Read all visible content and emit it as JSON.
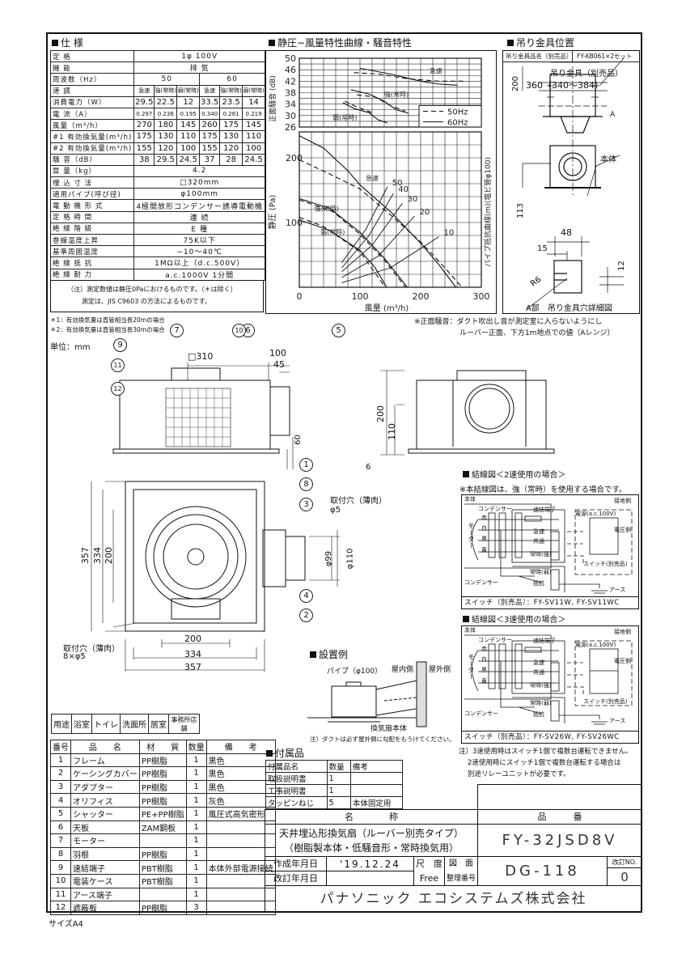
{
  "spec": {
    "title": "仕 様",
    "rows": [
      {
        "label": "定 格",
        "values": [
          "1φ 100V"
        ]
      },
      {
        "label": "機 能",
        "values": [
          "排 気"
        ]
      },
      {
        "label": "周波数（Hz）",
        "values": [
          "50",
          "60"
        ]
      },
      {
        "label": "速 調",
        "values": [
          "急速",
          "強(常時)",
          "弱(常時)",
          "急速",
          "強(常時)",
          "弱(常時)"
        ]
      },
      {
        "label": "消費電力（W）",
        "values": [
          "29.5",
          "22.5",
          "12",
          "33.5",
          "23.5",
          "14"
        ]
      },
      {
        "label": "電 流（A）",
        "values": [
          "0.297",
          "0.236",
          "0.195",
          "0.340",
          "0.261",
          "0.219"
        ]
      },
      {
        "label": "風量（m³/h）",
        "values": [
          "270",
          "180",
          "145",
          "260",
          "175",
          "145"
        ]
      },
      {
        "label": "#1 有効換気量(m³/h)",
        "values": [
          "175",
          "130",
          "110",
          "175",
          "130",
          "110"
        ]
      },
      {
        "label": "#2 有効換気量(m³/h)",
        "values": [
          "155",
          "120",
          "100",
          "155",
          "120",
          "100"
        ]
      },
      {
        "label": "騒 音（dB）",
        "values": [
          "38",
          "29.5",
          "24.5",
          "37",
          "28",
          "24.5"
        ]
      },
      {
        "label": "質 量（kg）",
        "values": [
          "4.2"
        ]
      },
      {
        "label": "埋 込 寸 法",
        "values": [
          "□320mm"
        ]
      },
      {
        "label": "適用パイプ(呼び径)",
        "values": [
          "φ100mm"
        ]
      },
      {
        "label": "電 動 機 形 式",
        "values": [
          "4極間放形コンデンサー誘導電動機"
        ]
      },
      {
        "label": "定 格 時 間",
        "values": [
          "連 続"
        ]
      },
      {
        "label": "絶 縁 階 級",
        "values": [
          "E 種"
        ]
      },
      {
        "label": "巻線温度上昇",
        "values": [
          "75K以下"
        ]
      },
      {
        "label": "基準周囲温度",
        "values": [
          "−10〜40℃"
        ]
      },
      {
        "label": "絶 縁 抵 抗",
        "values": [
          "1MΩ以上（d.c.500V）"
        ]
      },
      {
        "label": "絶 縁 耐 力",
        "values": [
          "a.c.1000V 1分間"
        ]
      }
    ],
    "note1": "（注）測定数値は静圧0Paにおけるものです。（＊は除く）",
    "note2": "測定は、JIS C9603 の方法によるものです。",
    "footnote1": "＊1：有効換気量は直管相当長20mの場合",
    "footnote2": "＊2：有効換気量は直管相当長30mの場合"
  },
  "chart_section_title": "静圧−風量特性曲線・騒音特性",
  "chart_data": [
    {
      "type": "line",
      "title": "騒音特性",
      "xlabel": "風量 (m³/h)",
      "ylabel": "正面騒音 (dB)",
      "xlim": [
        0,
        300
      ],
      "ylim": [
        26,
        50
      ],
      "yticks": [
        "50",
        "46",
        "42",
        "38",
        "34",
        "30",
        "26"
      ],
      "grid": true,
      "legend": {
        "placement": "bottom-right",
        "entries": [
          {
            "label": "50Hz",
            "style": "dashed"
          },
          {
            "label": "60Hz",
            "style": "solid"
          }
        ]
      },
      "series": [
        {
          "name": "急速",
          "freq": "60Hz",
          "points": [
            [
              100,
              46.5
            ],
            [
              150,
              44.5
            ],
            [
              200,
              42
            ],
            [
              230,
              41
            ],
            [
              260,
              40.6
            ]
          ]
        },
        {
          "name": "急速",
          "freq": "50Hz",
          "points": [
            [
              90,
              45
            ],
            [
              130,
              44.5
            ],
            [
              180,
              42.8
            ],
            [
              230,
              42
            ],
            [
              270,
              42
            ]
          ]
        },
        {
          "name": "強(常時)",
          "freq": "60Hz",
          "points": [
            [
              85,
              39
            ],
            [
              115,
              37.5
            ],
            [
              140,
              35
            ],
            [
              160,
              32
            ],
            [
              180,
              30.8
            ]
          ]
        },
        {
          "name": "強(常時)",
          "freq": "50Hz",
          "points": [
            [
              95,
              37.2
            ],
            [
              125,
              36.5
            ],
            [
              150,
              33.5
            ],
            [
              175,
              31.5
            ]
          ]
        },
        {
          "name": "弱(常時)",
          "freq": "60Hz",
          "points": [
            [
              72,
              34.5
            ],
            [
              90,
              32.5
            ],
            [
              115,
              31
            ],
            [
              130,
              28.5
            ],
            [
              145,
              27.5
            ]
          ]
        },
        {
          "name": "弱(常時)",
          "freq": "50Hz",
          "points": [
            [
              75,
              35
            ],
            [
              95,
              33
            ],
            [
              120,
              31
            ]
          ]
        }
      ],
      "curve_labels": [
        "急速",
        "強(常時)",
        "弱(常時)"
      ]
    },
    {
      "type": "line",
      "title": "静圧−風量特性曲線",
      "xlabel": "風量 (m³/h)",
      "ylabel": "静圧 (Pa)",
      "ylabel_right": "パイプ抵抗曲線(m)(塩ビ管φ100)",
      "xlim": [
        0,
        300
      ],
      "ylim": [
        0,
        240
      ],
      "xticks": [
        "0",
        "100",
        "200",
        "300"
      ],
      "yticks": [
        "200",
        "100"
      ],
      "grid": true,
      "series": [
        {
          "name": "急速",
          "freq": "60Hz",
          "points": [
            [
              0,
              234
            ],
            [
              40,
              215
            ],
            [
              80,
              180
            ],
            [
              100,
              158
            ],
            [
              150,
              117
            ],
            [
              200,
              68
            ],
            [
              230,
              35
            ],
            [
              258,
              0
            ]
          ]
        },
        {
          "name": "急速",
          "freq": "50Hz",
          "points": [
            [
              0,
              197
            ],
            [
              50,
              175
            ],
            [
              100,
              152
            ],
            [
              150,
              112
            ],
            [
              200,
              70
            ],
            [
              240,
              30
            ],
            [
              268,
              0
            ]
          ]
        },
        {
          "name": "強(常時)",
          "freq": "60Hz",
          "points": [
            [
              0,
              137
            ],
            [
              50,
              122
            ],
            [
              100,
              85
            ],
            [
              140,
              45
            ],
            [
              178,
              0
            ]
          ]
        },
        {
          "name": "強(常時)",
          "freq": "50Hz",
          "points": [
            [
              0,
              135
            ],
            [
              55,
              117
            ],
            [
              100,
              82
            ],
            [
              140,
              42
            ],
            [
              175,
              0
            ]
          ]
        },
        {
          "name": "弱(常時)",
          "freq": "60Hz",
          "points": [
            [
              0,
              104
            ],
            [
              50,
              88
            ],
            [
              100,
              57
            ],
            [
              125,
              30
            ],
            [
              144,
              0
            ]
          ]
        },
        {
          "name": "弱(常時)",
          "freq": "50Hz",
          "points": [
            [
              0,
              108
            ],
            [
              40,
              94
            ],
            [
              100,
              55
            ],
            [
              140,
              2
            ]
          ]
        }
      ],
      "pipe_curves": [
        {
          "label": "50",
          "points": [
            [
              70,
              38
            ],
            [
              110,
              90
            ],
            [
              145,
              155
            ]
          ]
        },
        {
          "label": "40",
          "points": [
            [
              70,
              30
            ],
            [
              115,
              80
            ],
            [
              155,
              145
            ]
          ]
        },
        {
          "label": "30",
          "points": [
            [
              70,
              24
            ],
            [
              120,
              65
            ],
            [
              170,
              130
            ]
          ]
        },
        {
          "label": "20",
          "points": [
            [
              70,
              15
            ],
            [
              130,
              48
            ],
            [
              190,
              110
            ]
          ]
        },
        {
          "label": "10",
          "points": [
            [
              70,
              7
            ],
            [
              150,
              30
            ],
            [
              230,
              78
            ]
          ]
        }
      ],
      "curve_labels": [
        "急速",
        "強(常時)",
        "弱(常時)"
      ]
    }
  ],
  "hanger": {
    "title": "吊り金具位置",
    "name_label": "吊り金具品名（別売品）",
    "name_value": "FY-KB061×2セット",
    "bracket_label": "吊り金具（別売品）",
    "dim_span": "360（340〜384）",
    "dim_200": "200",
    "body_label": "本体",
    "detail_a": "A",
    "dim_113": "113",
    "dim_48": "48",
    "dim_15": "15",
    "dim_12": "12",
    "dim_r6": "R6",
    "detail_caption": "A部　吊り金具穴詳細図"
  },
  "front_noise_note1": "※正面騒音：ダクト吹出し音が測定室に入らないようにし",
  "front_noise_note2": "ルーバー正面、下方1m地点での値（Aレンジ）",
  "drawing": {
    "unit": "単位：mm",
    "dim_310": "□310",
    "dim_100": "100",
    "dim_45": "45",
    "dim_60": "60",
    "dim_200_side": "200",
    "dim_110_side": "110",
    "dim_6": "6",
    "dim_357v": "357",
    "dim_334v": "334",
    "dim_200v": "200",
    "dim_200h": "200",
    "dim_334h": "334",
    "dim_357h": "357",
    "dim_99": "φ99",
    "dim_110": "φ110",
    "hole_label": "取付穴（薄肉）",
    "hole_dia": "φ5",
    "hole_label2": "取付穴（薄肉）",
    "hole_count": "8×φ5",
    "callouts": [
      "1",
      "2",
      "3",
      "4",
      "5",
      "6",
      "7",
      "8",
      "9",
      "10",
      "11",
      "12"
    ]
  },
  "install": {
    "title": "設置例",
    "pipe": "パイプ（φ100）",
    "indoor": "屋内側",
    "outdoor": "屋外側",
    "body": "換気扇本体",
    "note": "注）ダクトは必ず屋外側に勾配をもうけてください。"
  },
  "wiring": {
    "two_speed": {
      "title": "結線図＜2速使用の場合＞",
      "note": "※本結線図は、強（常時）を使用する場合です。",
      "caption": "スイッチ（別売品）：FY-SV11W, FY-SV11WC"
    },
    "three_speed": {
      "title": "結線図＜3速使用の場合＞",
      "caption": "スイッチ（別売品）：FY-SV26W, FY-SV26WC"
    },
    "labels": {
      "body": "本体",
      "capacitor": "コンデンサー",
      "terminal": "速結端子",
      "red": "赤",
      "white": "白",
      "black": "黒",
      "yellow": "黄",
      "motor": "モーター",
      "rapid": "急速",
      "common": "共通",
      "strong": "常時(強)",
      "weak": "常時(弱)",
      "resistor": "抵抗",
      "power": "電源(a.c.100V)",
      "ground_side": "接地側",
      "voltage_side": "電圧側",
      "switch": "スイッチ(別売品)",
      "earth": "アース"
    },
    "footnote1": "注）3速使用時はスイッチ1個で複数台運転できません。",
    "footnote2": "2速使用時にスイッチ1個で複数台運転する場合は",
    "footnote3": "別途リレーユニットが必要です。"
  },
  "usage": [
    "用途",
    "浴室",
    "トイレ",
    "洗面所",
    "居室",
    "事務所店舗"
  ],
  "parts": {
    "headers": [
      "番号",
      "品　　名",
      "材　　質",
      "数量",
      "備　　考"
    ],
    "rows": [
      [
        "1",
        "フレーム",
        "PP樹脂",
        "1",
        "黒色"
      ],
      [
        "2",
        "ケーシングカバー",
        "PP樹脂",
        "1",
        "黒色"
      ],
      [
        "3",
        "アダプター",
        "PP樹脂",
        "1",
        "黒色"
      ],
      [
        "4",
        "オリフィス",
        "PP樹脂",
        "1",
        "灰色"
      ],
      [
        "5",
        "シャッター",
        "PE+PP樹脂",
        "1",
        "風圧式高気密形"
      ],
      [
        "6",
        "天板",
        "ZAM鋼板",
        "1",
        ""
      ],
      [
        "7",
        "モーター",
        "",
        "1",
        ""
      ],
      [
        "8",
        "羽根",
        "PP樹脂",
        "1",
        ""
      ],
      [
        "9",
        "速結端子",
        "PBT樹脂",
        "1",
        "本体外部電源接続"
      ],
      [
        "10",
        "電装ケース",
        "PBT樹脂",
        "1",
        ""
      ],
      [
        "11",
        "アース端子",
        "",
        "1",
        ""
      ],
      [
        "12",
        "遮蔽板",
        "PP樹脂",
        "3",
        ""
      ]
    ]
  },
  "accessories": {
    "title": "付属品",
    "headers": [
      "付属品名",
      "数量",
      "備考"
    ],
    "rows": [
      [
        "取扱説明書",
        "1",
        ""
      ],
      [
        "工事説明書",
        "1",
        ""
      ],
      [
        "タッピンねじ",
        "5",
        "本体固定用"
      ]
    ]
  },
  "title_block": {
    "name_header": "名　　　　称",
    "name_line1": "天井埋込形換気扇（ルーバー別売タイプ）",
    "name_line2": "（樹脂製本体・低騒音形・常時換気用）",
    "part_header": "品　　　番",
    "part_number": "FY-32JSD8V",
    "created_label": "作成年月日",
    "created_value": "'19.12.24",
    "revised_label": "改訂年月日",
    "revised_value": "",
    "scale_label": "尺　度",
    "scale_value": "Free",
    "drawing_label": "図　面",
    "drawing_label2": "整理番号",
    "drawing_number": "DG-118",
    "rev_label": "改訂NO.",
    "rev_value": "0",
    "company": "パナソニック エコシステムズ株式会社"
  },
  "size_label": "サイズA4"
}
